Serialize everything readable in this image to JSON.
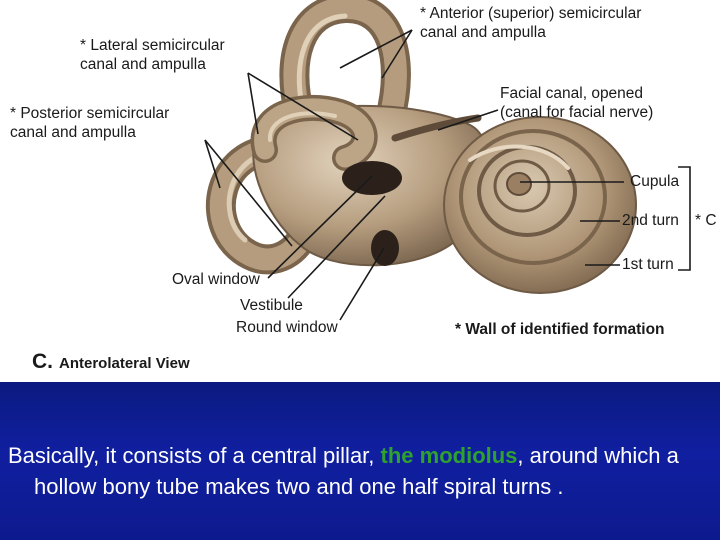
{
  "figure": {
    "labels": {
      "anterior": "* Anterior (superior) semicircular\ncanal and ampulla",
      "lateral": "* Lateral semicircular\ncanal and ampulla",
      "posterior": "* Posterior semicircular\ncanal and ampulla",
      "facial": "Facial canal, opened\n(canal for facial nerve)",
      "cupula": "Cupula",
      "second_turn": "2nd turn",
      "first_turn": "1st turn",
      "bracket_mark": "* C",
      "oval_window": "Oval window",
      "vestibule": "Vestibule",
      "round_window": "Round window",
      "wall_note": "* Wall of identified formation"
    },
    "view_letter": "C.",
    "view_title": "Anterolateral View"
  },
  "caption": {
    "before": "Basically, it consists of a central pillar, ",
    "highlight": "the modiolus",
    "after": ", around which a hollow bony tube makes two and one half spiral turns ."
  },
  "colors": {
    "bone": "#b29a7d",
    "slide_background": "#0f1e9a",
    "caption_text": "#ffffff",
    "highlight": "#2ea12e"
  }
}
